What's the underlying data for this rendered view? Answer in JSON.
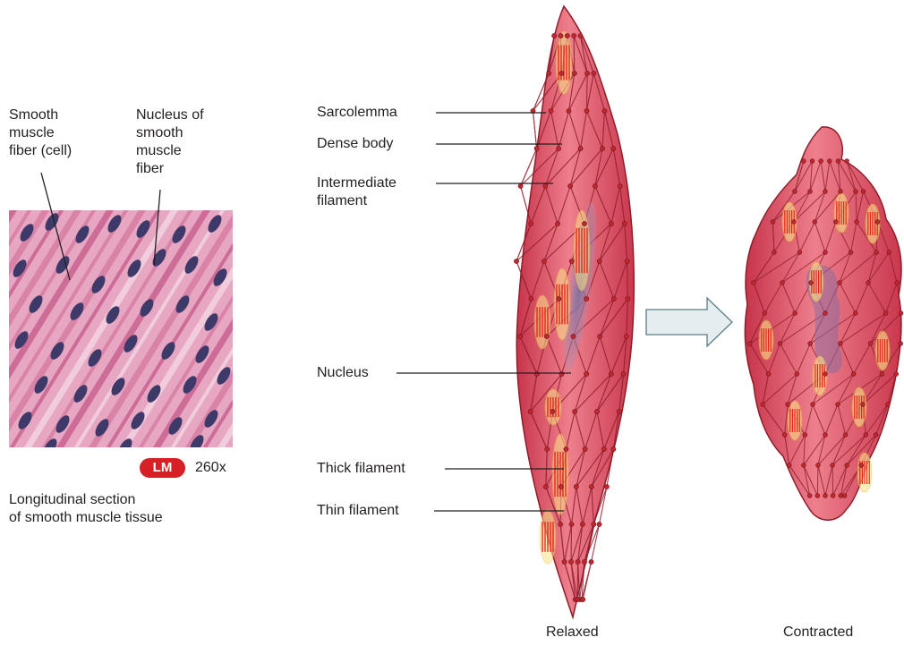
{
  "micrograph": {
    "label_cell": [
      "Smooth",
      "muscle",
      "fiber (cell)"
    ],
    "label_nucleus": [
      "Nucleus of",
      "smooth",
      "muscle",
      "fiber"
    ],
    "badge": "LM",
    "magnification": "260x",
    "caption": [
      "Longitudinal section",
      "of smooth muscle tissue"
    ]
  },
  "labels": {
    "sarcolemma": "Sarcolemma",
    "dense_body": "Dense body",
    "intermediate_filament": [
      "Intermediate",
      "filament"
    ],
    "nucleus": "Nucleus",
    "thick_filament": "Thick filament",
    "thin_filament": "Thin filament"
  },
  "states": {
    "relaxed": "Relaxed",
    "contracted": "Contracted"
  },
  "colors": {
    "cell_fill": "#d9455a",
    "cell_light": "#ef8a96",
    "cell_outline": "#8e1d2a",
    "filament_thick": "#e0281e",
    "filament_thin": "#f6d24a",
    "badge": "#d71f26"
  }
}
